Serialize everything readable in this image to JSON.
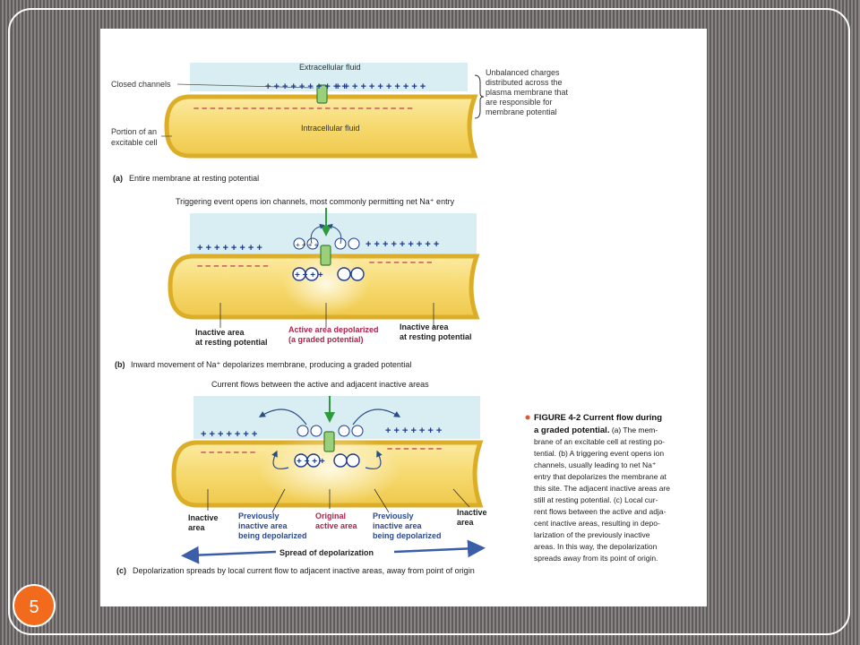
{
  "slide": {
    "number": "5"
  },
  "panel_a": {
    "extracellular": "Extracellular fluid",
    "closed_channels": "Closed channels",
    "intracellular": "Intracellular fluid",
    "portion_line1": "Portion of an",
    "portion_line2": "excitable cell",
    "unbalanced": [
      "Unbalanced charges",
      "distributed across the",
      "plasma membrane that",
      "are responsible for",
      "membrane potential"
    ],
    "caption_letter": "(a)",
    "caption": "Entire membrane at resting potential"
  },
  "panel_b": {
    "top_caption": "Triggering event opens ion channels, most commonly permitting net Na⁺ entry",
    "inactive_left": [
      "Inactive area",
      "at resting potential"
    ],
    "active": [
      "Active area depolarized",
      "(a graded potential)"
    ],
    "inactive_right": [
      "Inactive area",
      "at resting potential"
    ],
    "caption_letter": "(b)",
    "caption": "Inward movement of Na⁺ depolarizes membrane, producing a graded potential"
  },
  "panel_c": {
    "top_caption": "Current flows between the active and adjacent inactive areas",
    "inactive_left": [
      "Inactive",
      "area"
    ],
    "prev_left": [
      "Previously",
      "inactive area",
      "being depolarized"
    ],
    "original": [
      "Original",
      "active area"
    ],
    "prev_right": [
      "Previously",
      "inactive area",
      "being depolarized"
    ],
    "inactive_right": [
      "Inactive",
      "area"
    ],
    "spread": "Spread of depolarization",
    "caption_letter": "(c)",
    "caption": "Depolarization spreads by local current flow to adjacent inactive areas, away from point of origin"
  },
  "figure_caption": {
    "title_line1": "FIGURE 4-2  Current flow during",
    "title_line2": "a graded potential.",
    "lines": [
      " (a) The mem-",
      "brane of an excitable cell at resting po-",
      "tential. (b) A triggering event opens ion",
      "channels, usually leading to net Na⁺",
      "entry that depolarizes the membrane at",
      "this site. The adjacent inactive areas are",
      "still at resting potential. (c) Local cur-",
      "rent flows between the active and adja-",
      "cent inactive areas, resulting in depo-",
      "larization of the previously inactive",
      "areas. In this way, the depolarization",
      "spreads away from its point of origin."
    ]
  },
  "colors": {
    "extracellular": "#d8eef2",
    "cell_fill": "#f7dc79",
    "membrane": "#dcae28",
    "plus": "#1d3a8a",
    "minus": "#b02a4a",
    "na_arrow": "#2e9a3e",
    "active_label": "#b0224a",
    "previous_label": "#2c4a8e",
    "accent": "#e4572e"
  }
}
